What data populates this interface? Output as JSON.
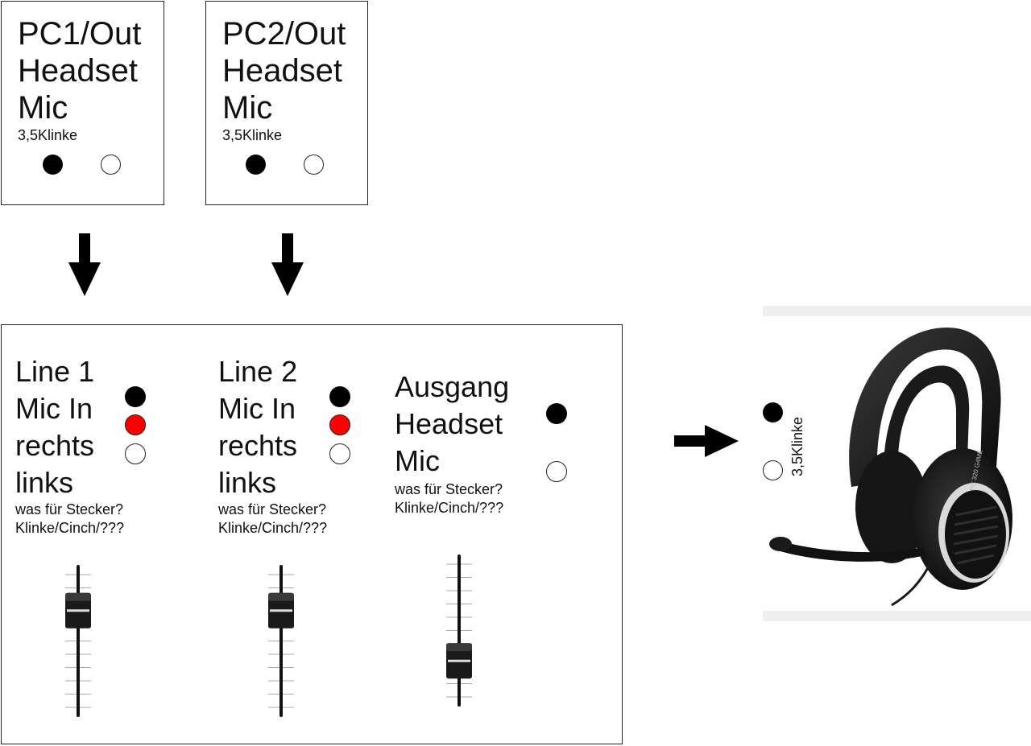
{
  "sources": [
    {
      "title": "PC1/Out\nHeadset\nMic",
      "connector": "3,5Klinke"
    },
    {
      "title": "PC2/Out\nHeadset\nMic",
      "connector": "3,5Klinke"
    }
  ],
  "mixer": {
    "channels": [
      {
        "title": "Line 1\nMic In\nrechts\nlinks",
        "note": "was für Stecker?\nKlinke/Cinch/???",
        "fader_level": 0.78
      },
      {
        "title": "Line 2\nMic In\nrechts\nlinks",
        "note": "was für Stecker?\nKlinke/Cinch/???",
        "fader_level": 0.78
      },
      {
        "title": "Ausgang\nHeadset\nMic",
        "note": "was für Stecker?\nKlinke/Cinch/???",
        "fader_level": 0.22
      }
    ]
  },
  "headset": {
    "connector": "3,5Klinke",
    "brand_text": "PC 320  G4ME"
  },
  "colors": {
    "plug_black": "#000000",
    "plug_red": "#ff0000",
    "plug_white": "#ffffff"
  }
}
